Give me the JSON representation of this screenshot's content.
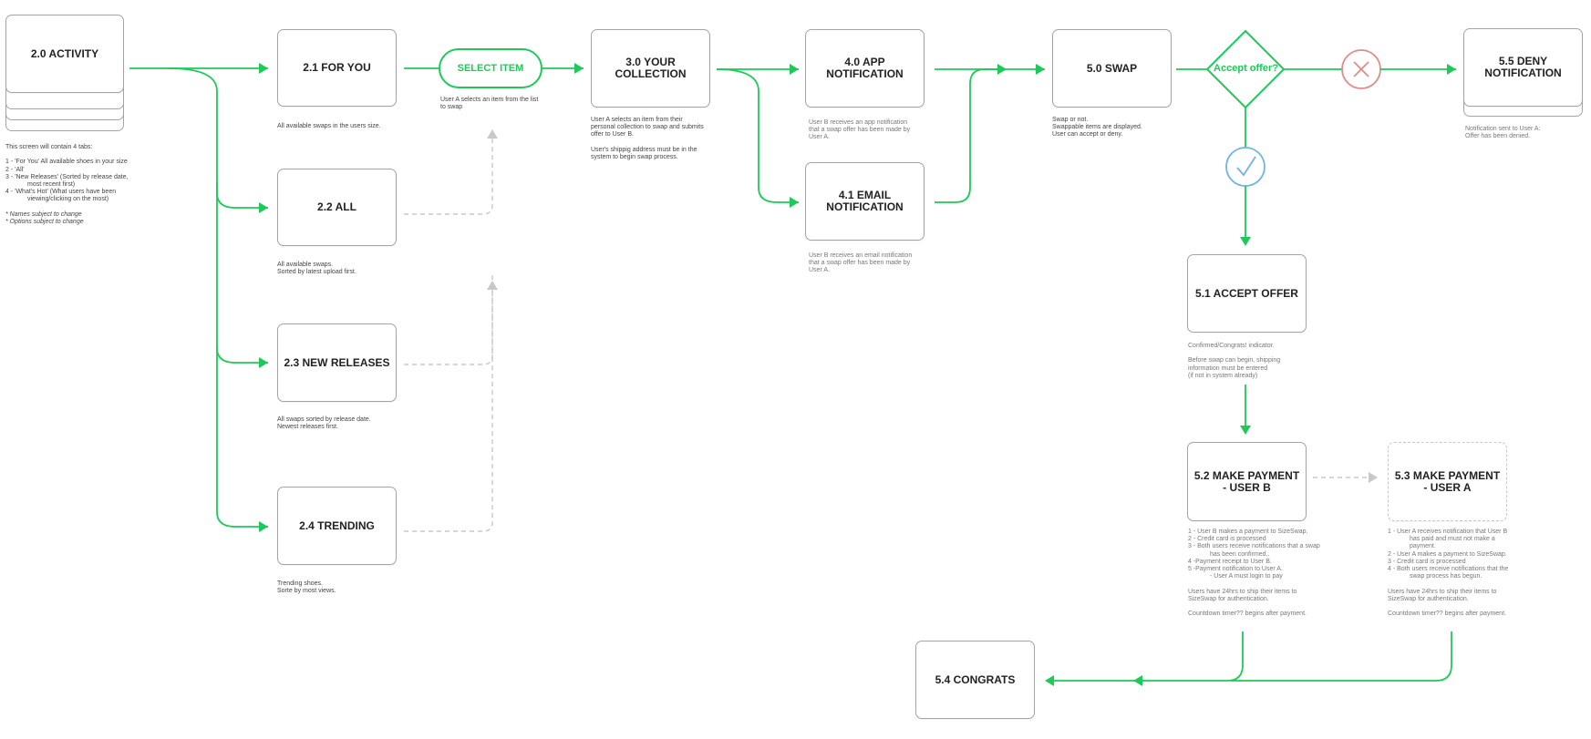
{
  "colors": {
    "flow": "#1ec95a",
    "dashed": "#c8c8c8",
    "deny": "#e08a8a",
    "accept": "#6fb4e6",
    "border": "#a4a4a4"
  },
  "boxes": {
    "activity": "2.0 ACTIVITY",
    "for_you": "2.1 FOR YOU",
    "all": "2.2 ALL",
    "new_releases": "2.3 NEW RELEASES",
    "trending": "2.4 TRENDING",
    "collection": "3.0 YOUR COLLECTION",
    "app_notification": "4.0 APP NOTIFICATION",
    "email_notification": "4.1 EMAIL NOTIFICATION",
    "swap": "5.0 SWAP",
    "deny_notification": "5.5 DENY NOTIFICATION",
    "accept_offer": "5.1 ACCEPT OFFER",
    "make_payment_b": "5.2 MAKE PAYMENT - USER B",
    "make_payment_a": "5.3 MAKE PAYMENT - USER A",
    "congrats": "5.4 CONGRATS"
  },
  "select_item": "SELECT ITEM",
  "decision": "Accept offer?",
  "icons": {
    "deny": "x-icon",
    "accept": "checkmark-icon"
  },
  "notes": {
    "activity": [
      "This screen will contain 4 tabs:",
      "",
      "1 - 'For You' All available shoes in your size",
      "2 - 'All'",
      "3 - 'New Releases' (Sorted by release date,",
      "most recent first)",
      "4 - 'What's Hot' (What users have been",
      "viewing/clicking on the most)",
      "",
      "* Names subject to change",
      "* Options subject to change"
    ],
    "for_you": [
      "All available swaps in the users size."
    ],
    "select_item": [
      "User A selects an item from the list",
      "to swap"
    ],
    "all": [
      "All available swaps.",
      "Sorted by latest upload first."
    ],
    "new_releases": [
      "All swaps sorted by release date.",
      "Newest releases first."
    ],
    "trending": [
      "Trending shoes.",
      "Sorte by most views."
    ],
    "collection": [
      "User A selects an item from their",
      "personal collection to swap and submits",
      "offer to User B.",
      "",
      "User's shippig address must be in the",
      "system to begin swap process."
    ],
    "app_notification": [
      "User B receives an app notification",
      "that a swap offer has been made by",
      "User A."
    ],
    "email_notification": [
      "User B receives an email notification",
      "that a swap offer has been made by",
      "User A."
    ],
    "swap": [
      "Swap or not.",
      "Swappable items are displayed.",
      "User can accept or deny."
    ],
    "deny": [
      "Notification sent to User A:",
      "Offer has been denied."
    ],
    "accept_offer": [
      "Confirmed/Congrats! indicator.",
      "",
      "Before swap can begin, shipping",
      "information must be entered",
      "(if not in system already)"
    ],
    "payment_b": [
      "1 - User B makes a payment to SizeSwap.",
      "2 - Credit card is processed",
      "3 - Both users receive notifications that a swap",
      "has been confirmed..",
      "4 -Payment receipt to User B.",
      "5 -Payment notification to User A.",
      "- User A must login to pay",
      "",
      "Users have 24hrs to ship their items to",
      "SizeSwap for authentication.",
      "",
      "Countdown timer?? begins after payment."
    ],
    "payment_a": [
      "1 - User A receives notification that User B",
      "has paid and must not make a",
      "payment.",
      "2 - User A makes a payment to SizeSwap.",
      "3 - Credit card is processed",
      "4 - Both users receive notifications that the",
      "swap process has begun.",
      "",
      "Users have 24hrs to ship their items to",
      "SizeSwap for authentication.",
      "",
      "Countdown timer?? begins after payment."
    ]
  }
}
